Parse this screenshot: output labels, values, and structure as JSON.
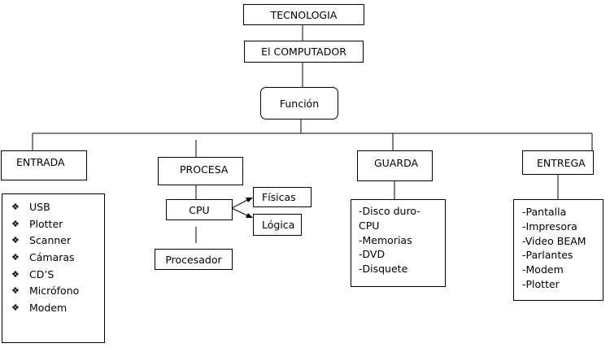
{
  "nodes": {
    "root": "TECNOLOGIA",
    "computer": "El COMPUTADOR",
    "function": "Función",
    "entrada": "ENTRADA",
    "procesa": "PROCESA",
    "guarda": "GUARDA",
    "entrega": "ENTREGA",
    "cpu": "CPU",
    "fisicas": "Físicas",
    "logica": "Lógica",
    "procesador": "Procesador"
  },
  "entrada_items": [
    "USB",
    "Plotter",
    "Scanner",
    "Cámaras",
    "CD’S",
    "Micrófono",
    "Modem"
  ],
  "entrada_bullet": "❖",
  "guarda_items": [
    "-Disco duro-",
    "CPU",
    "-Memorias",
    "-DVD",
    "-Disquete"
  ],
  "entrega_items": [
    "-Pantalla",
    "-Impresora",
    "-Video BEAM",
    "-Parlantes",
    "-Modem",
    "-Plotter"
  ]
}
